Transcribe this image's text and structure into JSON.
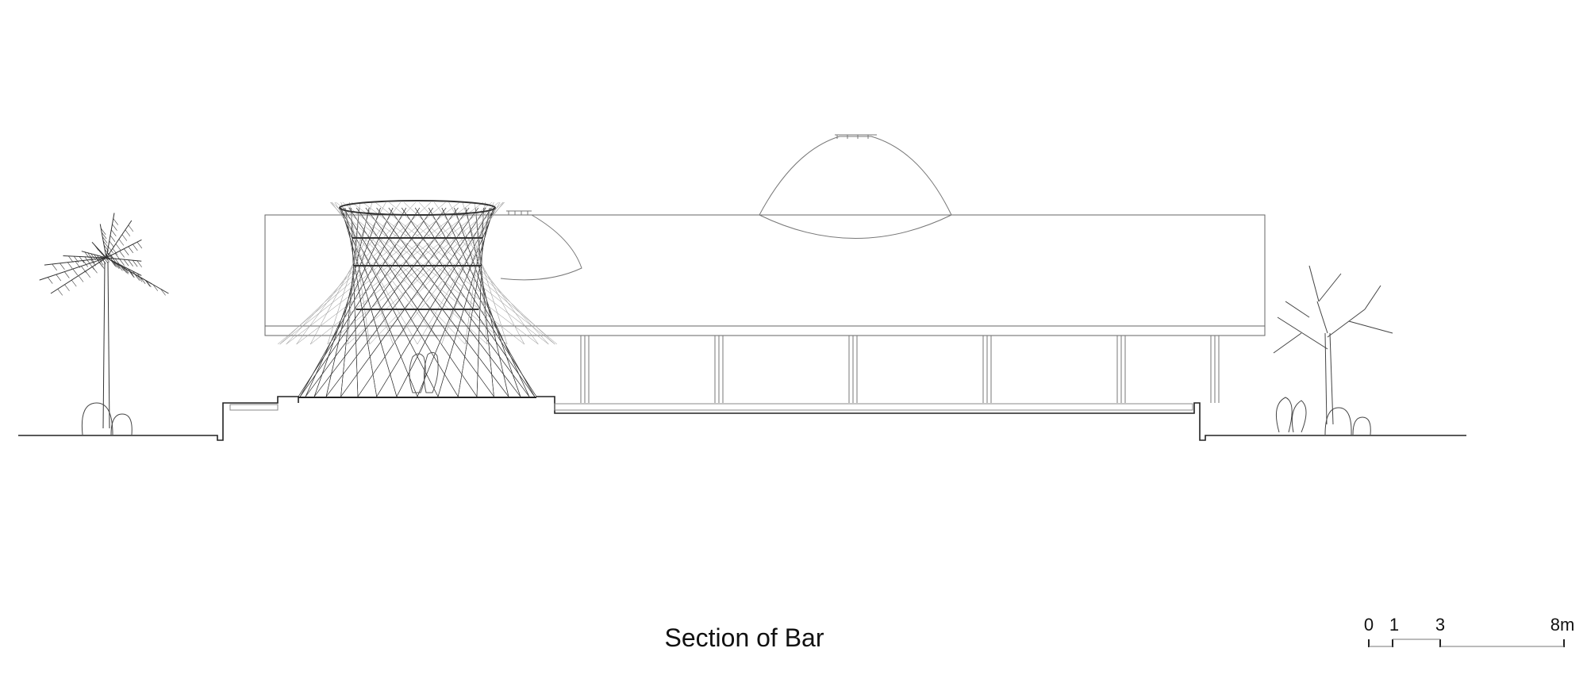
{
  "drawing": {
    "title": "Section of Bar",
    "scale_bar": {
      "labels": [
        "0",
        "1",
        "3",
        "8m"
      ],
      "values_m": [
        0,
        1,
        3,
        8
      ]
    }
  }
}
